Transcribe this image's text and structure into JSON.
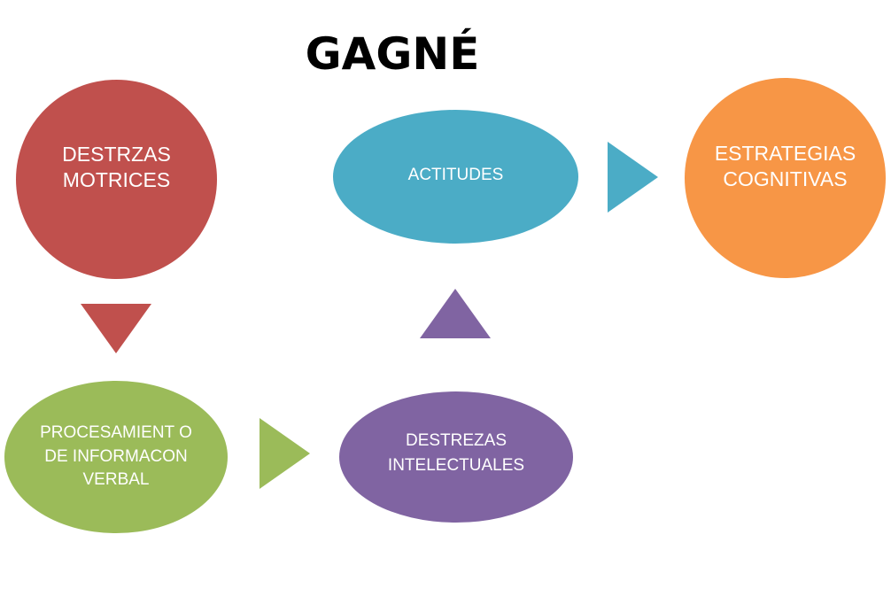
{
  "diagram": {
    "title": "GAGNÉ",
    "nodes": [
      {
        "id": "motrices",
        "label": "DESTRZAS MOTRICES",
        "shape": "circle",
        "color": "#c0504d"
      },
      {
        "id": "verbal",
        "label": "PROCESAMIENT O DE INFORMACON VERBAL",
        "shape": "ellipse",
        "color": "#9bbb59"
      },
      {
        "id": "intelectuales",
        "label": "DESTREZAS INTELECTUALES",
        "shape": "ellipse",
        "color": "#8064a2"
      },
      {
        "id": "actitudes",
        "label": "ACTITUDES",
        "shape": "ellipse",
        "color": "#4bacc6"
      },
      {
        "id": "cognitivas",
        "label": "ESTRATEGIAS COGNITIVAS",
        "shape": "circle",
        "color": "#f79646"
      }
    ],
    "edges": [
      {
        "from": "motrices",
        "to": "verbal",
        "direction": "down",
        "color": "#c0504d"
      },
      {
        "from": "verbal",
        "to": "intelectuales",
        "direction": "right",
        "color": "#9bbb59"
      },
      {
        "from": "intelectuales",
        "to": "actitudes",
        "direction": "up",
        "color": "#8064a2"
      },
      {
        "from": "actitudes",
        "to": "cognitivas",
        "direction": "right",
        "color": "#4bacc6"
      }
    ]
  }
}
